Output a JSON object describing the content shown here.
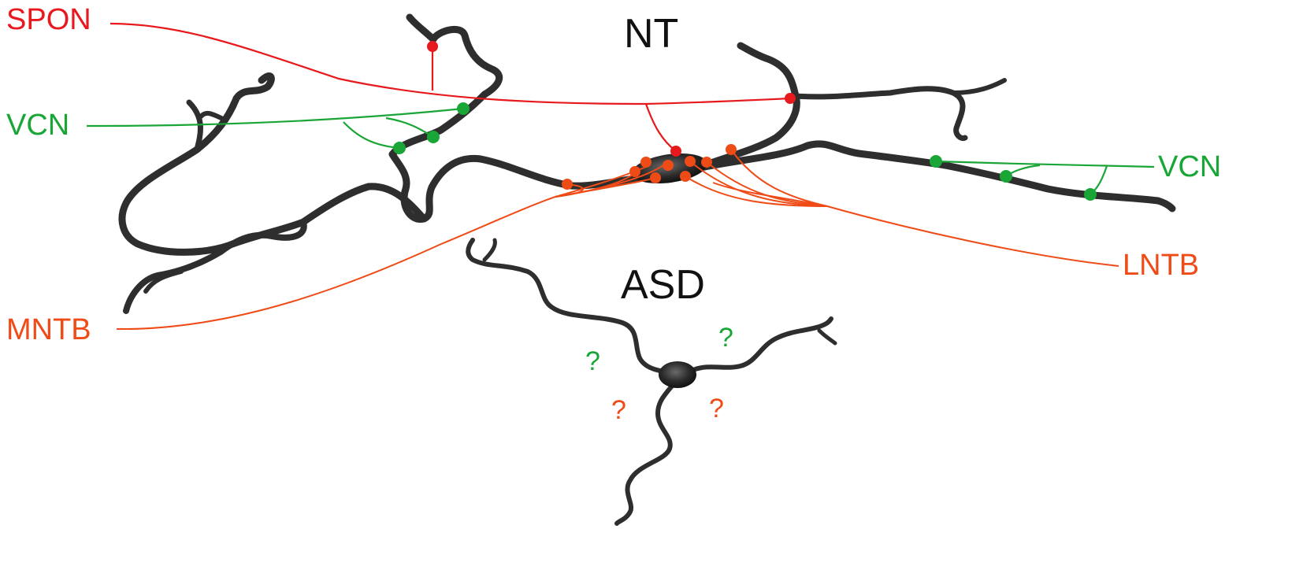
{
  "titles": {
    "nt": "NT",
    "asd": "ASD"
  },
  "labels": {
    "spon": "SPON",
    "vcn_left": "VCN",
    "vcn_right": "VCN",
    "mntb": "MNTB",
    "lntb": "LNTB"
  },
  "questions": {
    "q1": "?",
    "q2": "?",
    "q3": "?",
    "q4": "?"
  },
  "colors": {
    "spon": "#e8191c",
    "vcn": "#1aa637",
    "mntb": "#ef4b17",
    "lntb": "#ef4b17",
    "neuron": "#2e2e2e"
  }
}
